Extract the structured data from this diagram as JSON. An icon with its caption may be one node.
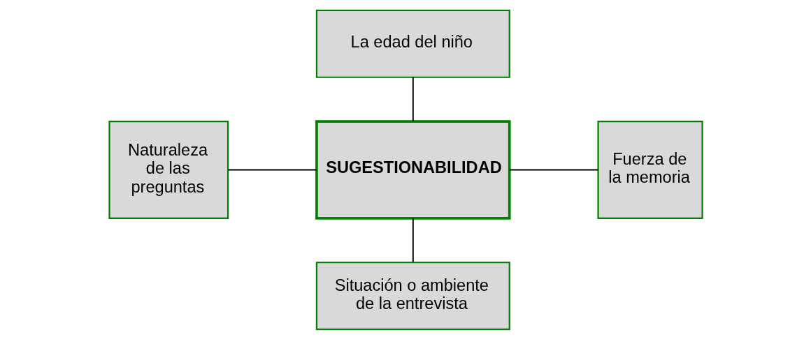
{
  "diagram": {
    "nodes": [
      {
        "text": [
          "La edad del niño"
        ]
      },
      {
        "text": [
          "Naturaleza de las preguntas"
        ]
      },
      {
        "text": [
          "SUGESTIONABILIDAD"
        ]
      },
      {
        "text": [
          "Fuerza de la memoria"
        ]
      },
      {
        "text": [
          "Situación o ambiente de la entrevista"
        ]
      }
    ],
    "edges": [
      {
        "from": 0,
        "to": 2,
        "arrow": "none"
      },
      {
        "from": 1,
        "to": 2,
        "arrow": "none"
      },
      {
        "from": 2,
        "to": 3,
        "arrow": "none"
      },
      {
        "from": 2,
        "to": 4,
        "arrow": "none"
      }
    ]
  }
}
